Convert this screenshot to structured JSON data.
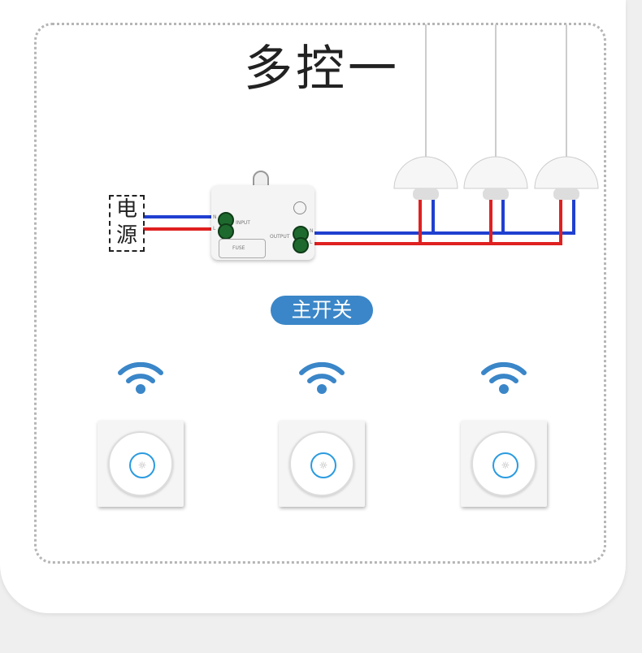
{
  "title": "多控一",
  "power_label": [
    "电",
    "源"
  ],
  "main_switch_label": "主开关",
  "module": {
    "input_label": "INPUT",
    "output_label": "OUTPUT",
    "fuse_label": "FUSE",
    "n": "N",
    "l": "L"
  },
  "colors": {
    "accent": "#3a86c8",
    "wire_live": "#e02020",
    "wire_neutral": "#2040d0",
    "switch_ring": "#2b9be0"
  },
  "lamps": 3,
  "switches": [
    {
      "icon": "wifi-icon"
    },
    {
      "icon": "wifi-icon"
    },
    {
      "icon": "wifi-icon"
    }
  ]
}
